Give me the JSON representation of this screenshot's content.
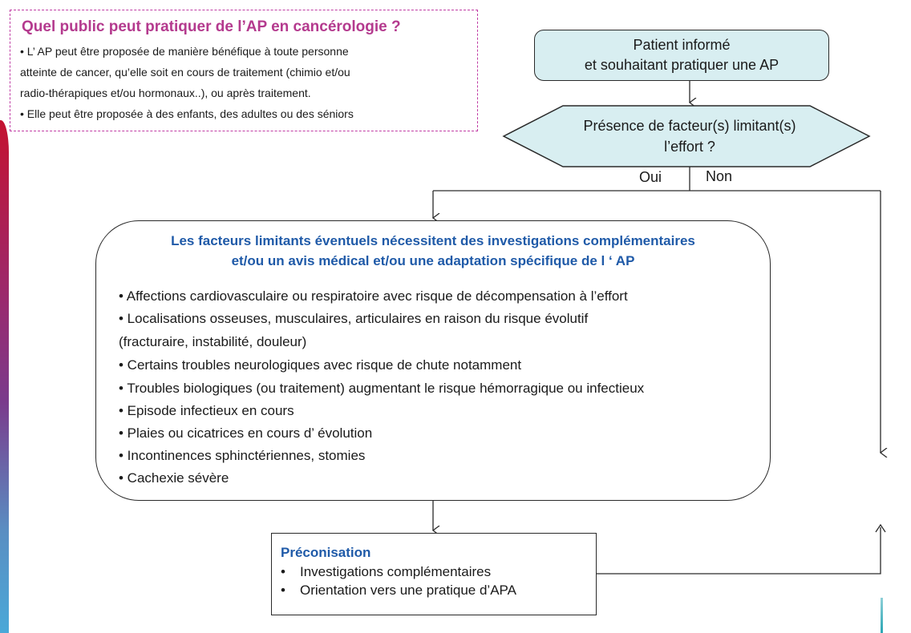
{
  "colors": {
    "info_title": "#b43a8e",
    "info_border": "#c03ca4",
    "start_fill": "#d8eef1",
    "decision_fill": "#d8eef1",
    "heading_blue": "#1f5aa8",
    "stroke": "#2a2a2a"
  },
  "info_box": {
    "title": "Quel public peut pratiquer de l’AP en cancérologie ?",
    "lines": [
      "• L’ AP peut être proposée de manière bénéfique à toute personne",
      "atteinte de cancer, qu’elle soit en cours de traitement (chimio et/ou",
      "radio-thérapiques  et/ou hormonaux..), ou après traitement.",
      "• Elle peut être proposée à des enfants, des adultes ou des séniors"
    ]
  },
  "start": {
    "line1": "Patient informé",
    "line2": "et souhaitant pratiquer une AP"
  },
  "decision": {
    "line1": "Présence de facteur(s) limitant(s)",
    "line2": "l’effort ?"
  },
  "branches": {
    "yes": "Oui",
    "no": "Non"
  },
  "factors": {
    "title_line1": "Les facteurs limitants éventuels nécessitent des investigations complémentaires",
    "title_line2": "et/ou un avis médical et/ou une adaptation spécifique de l ‘ AP",
    "items": [
      "• Affections cardiovasculaire ou respiratoire avec risque de décompensation à l’effort",
      "• Localisations osseuses, musculaires, articulaires en raison du risque évolutif",
      "(fracturaire, instabilité, douleur)",
      "• Certains troubles neurologiques avec risque de chute notamment",
      "• Troubles biologiques (ou traitement) augmentant le risque hémorragique ou infectieux",
      "• Episode infectieux en cours",
      "• Plaies ou cicatrices en cours d’ évolution",
      "• Incontinences sphinctériennes, stomies",
      "• Cachexie sévère"
    ]
  },
  "recommendation": {
    "title": "Préconisation",
    "bullet": "•",
    "items": [
      "Investigations complémentaires",
      "Orientation vers une pratique d’APA"
    ]
  }
}
